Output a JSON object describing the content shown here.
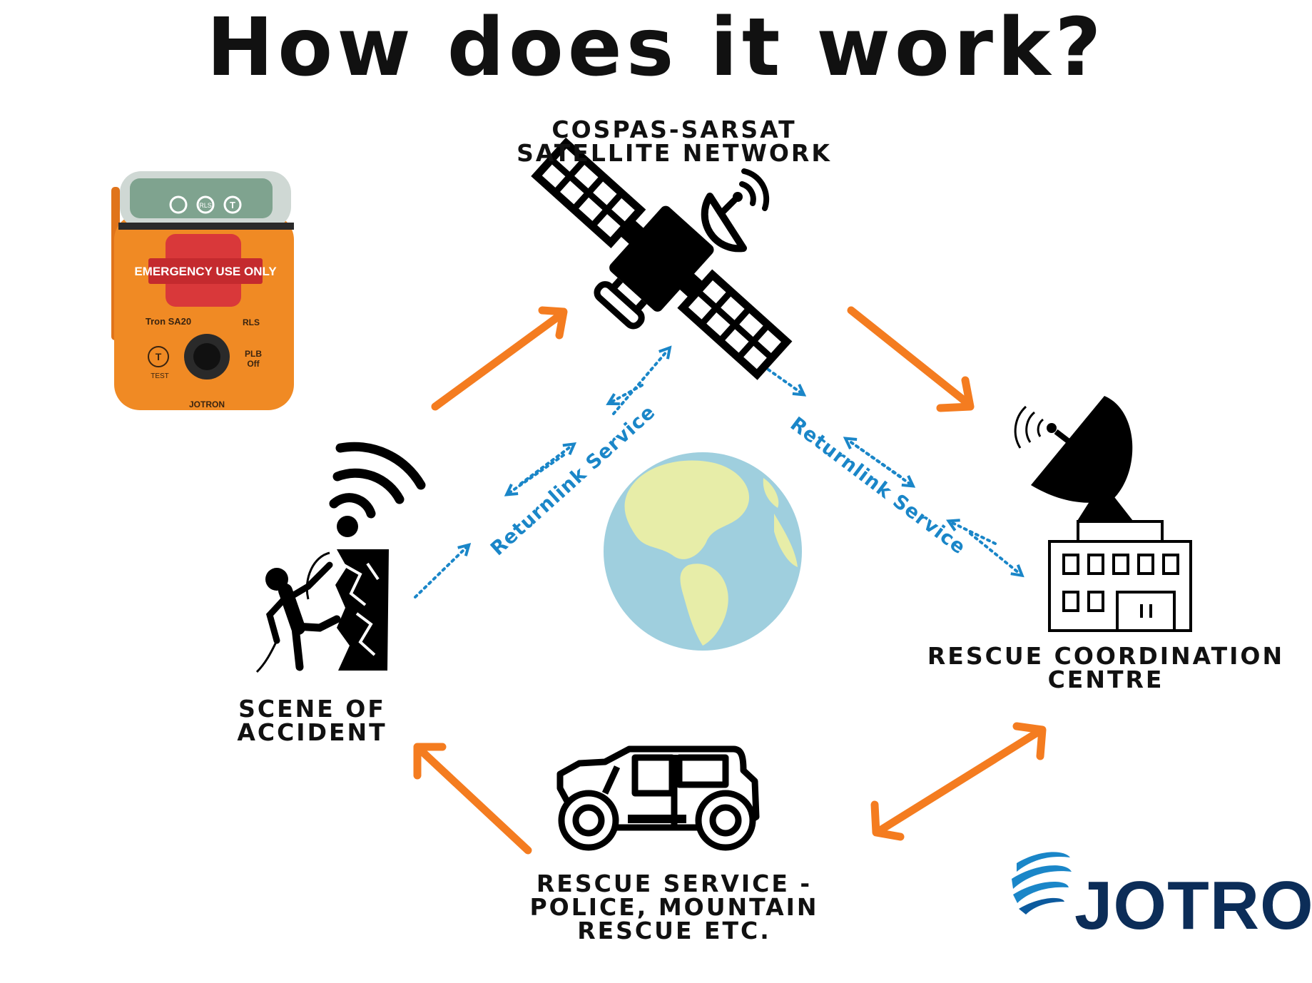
{
  "title": "How does it work?",
  "nodes": {
    "satellite": {
      "line1": "COSPAS-SARSAT",
      "line2": "SATELLITE NETWORK"
    },
    "scene": {
      "line1": "SCENE OF",
      "line2": "ACCIDENT"
    },
    "rcc": {
      "line1": "RESCUE COORDINATION",
      "line2": "CENTRE"
    },
    "rescue": {
      "line1": "RESCUE SERVICE -",
      "line2": "POLICE, MOUNTAIN",
      "line3": "RESCUE ETC."
    }
  },
  "returnlink": {
    "left": "Returnlink Service",
    "right": "Returnlink Service"
  },
  "device": {
    "label": "EMERGENCY USE ONLY",
    "model": "Tron SA20",
    "rls": "RLS",
    "plb": "PLB",
    "off": "Off",
    "test": "TEST",
    "t_glyph": "T",
    "brand": "JOTRON"
  },
  "brand": {
    "name": "JOTRON"
  },
  "colors": {
    "arrow": "#f47c20",
    "returnlink": "#1a86c8",
    "icon": "#000000",
    "brand": "#0c2d58",
    "device_body": "#f08a24"
  }
}
